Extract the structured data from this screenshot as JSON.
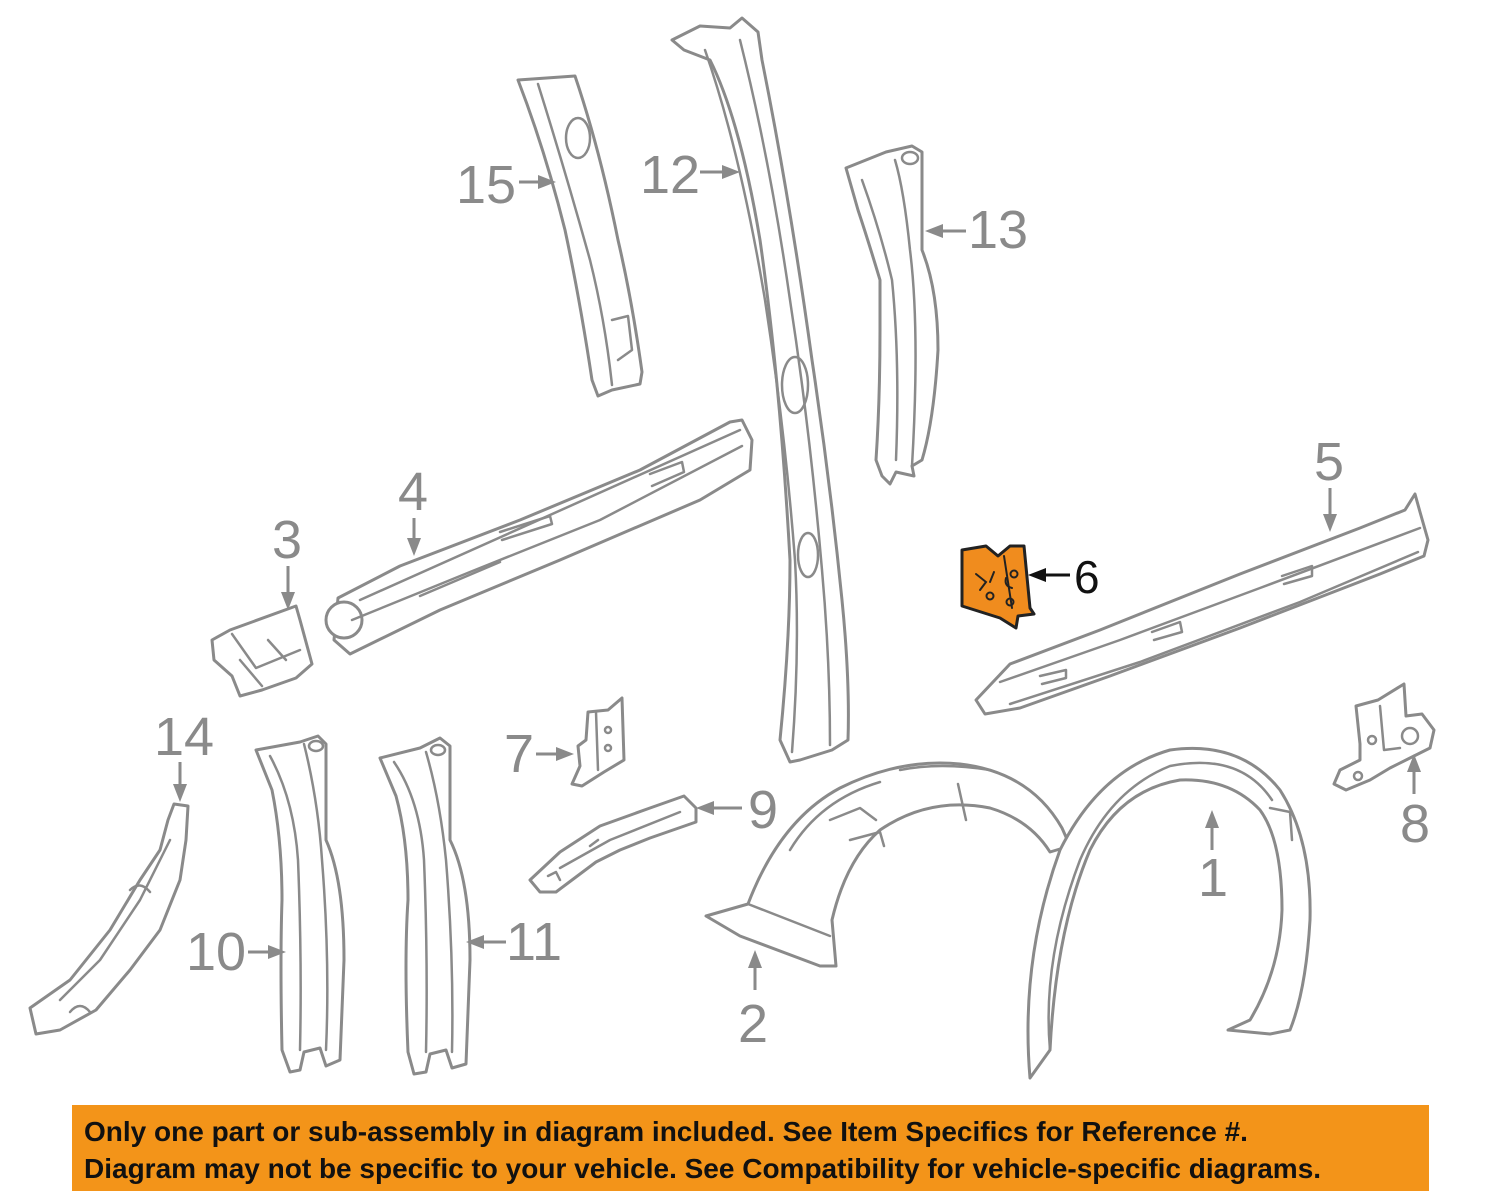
{
  "diagram": {
    "highlight_color": "#f08c1e",
    "callouts": [
      {
        "key": "c1",
        "number": "1"
      },
      {
        "key": "c2",
        "number": "2"
      },
      {
        "key": "c3",
        "number": "3"
      },
      {
        "key": "c4",
        "number": "4"
      },
      {
        "key": "c5",
        "number": "5"
      },
      {
        "key": "c6",
        "number": "6",
        "highlighted": true
      },
      {
        "key": "c7",
        "number": "7"
      },
      {
        "key": "c8",
        "number": "8"
      },
      {
        "key": "c9",
        "number": "9"
      },
      {
        "key": "c10",
        "number": "10"
      },
      {
        "key": "c11",
        "number": "11"
      },
      {
        "key": "c12",
        "number": "12"
      },
      {
        "key": "c13",
        "number": "13"
      },
      {
        "key": "c14",
        "number": "14"
      },
      {
        "key": "c15",
        "number": "15"
      }
    ]
  },
  "disclaimer": {
    "background_color": "#f39419",
    "line1": "Only one part or sub-assembly in diagram included. See Item Specifics for Reference #.",
    "line2": "Diagram may not be specific to your vehicle. See Compatibility for vehicle-specific diagrams."
  }
}
